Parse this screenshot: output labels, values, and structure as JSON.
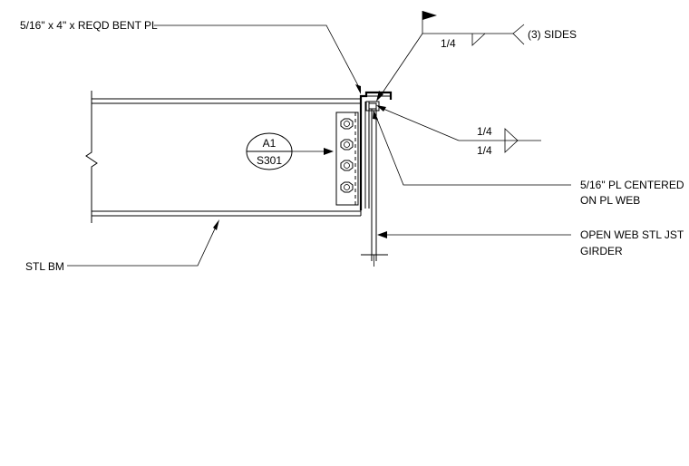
{
  "labels": {
    "bent_plate": "5/16\" x 4\" x REQD BENT PL",
    "sides": "(3) SIDES",
    "weld_top": "1/4",
    "weld_arrow_top": "1/4",
    "weld_arrow_bottom": "1/4",
    "centered_plate_line1": "5/16\" PL CENTERED",
    "centered_plate_line2": "ON PL WEB",
    "girder_line1": "OPEN WEB STL JST",
    "girder_line2": "GIRDER",
    "beam": "STL BM"
  },
  "section_tag": {
    "top": "A1",
    "bottom": "S301"
  }
}
